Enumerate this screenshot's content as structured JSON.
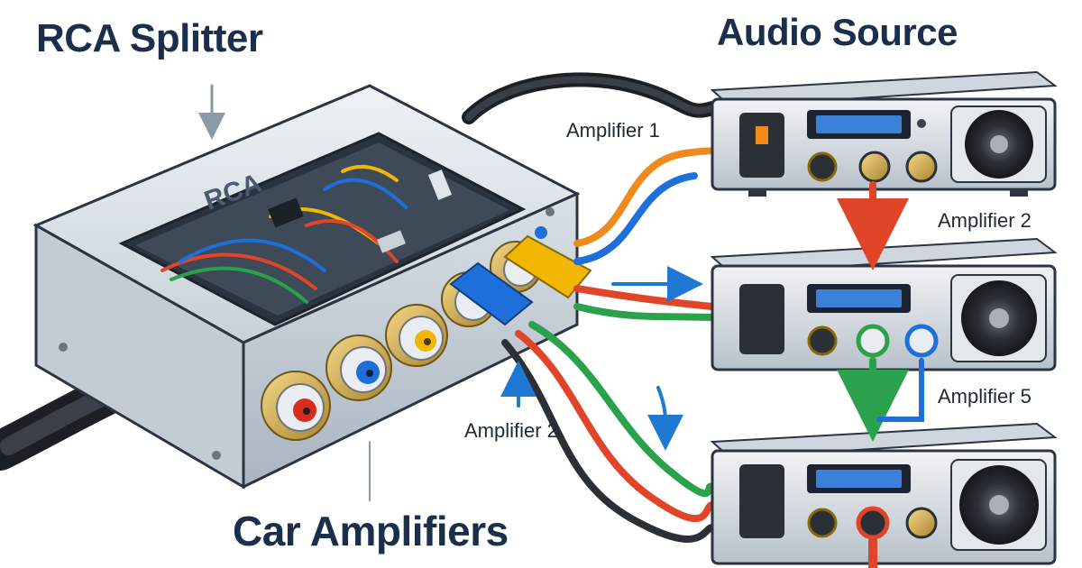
{
  "titles": {
    "splitter": "RCA Splitter",
    "source": "Audio Source",
    "amplifiers": "Car Amplifiers"
  },
  "labels": {
    "amp1": "Amplifier 1",
    "amp2_right": "Amplifier 2",
    "amp5": "Amplifier 5",
    "amp2_center": "Amplifier 2"
  },
  "splitter": {
    "box_text": "RCA",
    "jack_colors": [
      "#d62d20",
      "#1e6fd9",
      "#f2b705",
      "#2d6fd6",
      "#f2b705"
    ]
  },
  "cable_colors": {
    "orange": "#f08a1c",
    "blue": "#1e6fd9",
    "red": "#e0452a",
    "green": "#2aa14a",
    "black": "#2b2f36",
    "yellow": "#f2b705"
  },
  "arrow_colors": {
    "gray": "#8a9aa6",
    "blue": "#1f78d1",
    "red": "#e0452a",
    "green": "#2aa14a"
  },
  "icons": [
    "down-arrow-icon",
    "right-arrow-icon",
    "up-arrow-icon"
  ]
}
